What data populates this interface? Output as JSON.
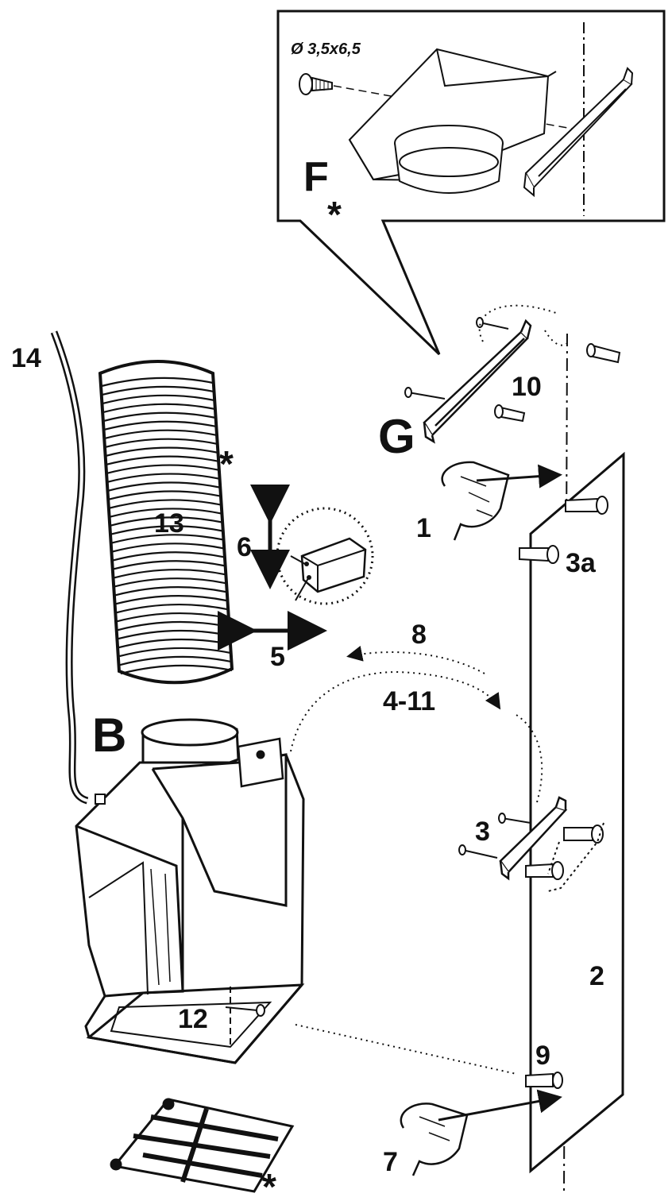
{
  "inset": {
    "screw_spec": "Ø 3,5x6,5",
    "letter": "F",
    "star": "*"
  },
  "labels": {
    "cable": "14",
    "duct": "13",
    "duct_star": "*",
    "n6": "6",
    "n5": "5",
    "n8": "8",
    "n4_11": "4-11",
    "body": "B",
    "n12": "12",
    "filter_star": "*",
    "bracket": "G",
    "n10": "10",
    "n1": "1",
    "n3a": "3a",
    "n3": "3",
    "n2": "2",
    "n9": "9",
    "n7": "7"
  }
}
